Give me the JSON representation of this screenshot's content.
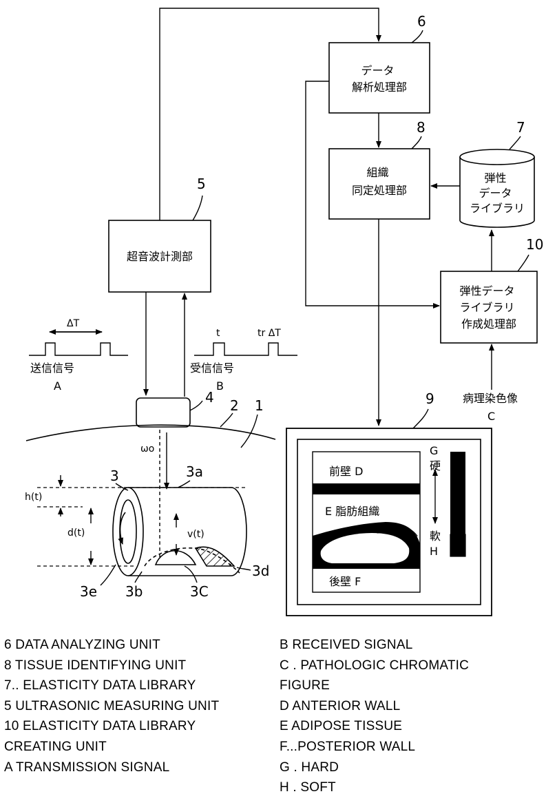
{
  "boxes": {
    "b6": "データ\n解析処理部",
    "b8": "組織\n同定処理部",
    "b7": "弾性\nデータ\nライブラリ",
    "b5": "超音波計測部",
    "b10": "弾性データ\nライブラリ\n作成処理部"
  },
  "numbers": {
    "n6": "6",
    "n8": "8",
    "n7": "7",
    "n5": "5",
    "n10": "10",
    "n4": "4",
    "n2": "2",
    "n1": "1",
    "n9": "9",
    "n3": "3",
    "n3a": "3a",
    "n3b": "3b",
    "n3c": "3C",
    "n3d": "3d",
    "n3e": "3e"
  },
  "signals": {
    "tx_label": "送信信号",
    "tx_letter": "A",
    "rx_label": "受信信号",
    "rx_letter": "B",
    "delta_t": "ΔT",
    "t": "t",
    "t_delta": "tr ΔT"
  },
  "vessel": {
    "omega": "ωo",
    "h": "h(t)",
    "d": "d(t)",
    "v": "v(t)"
  },
  "pathology": {
    "label": "病理染色像",
    "letter": "C"
  },
  "display": {
    "front_wall": "前壁  D",
    "adipose": "E  脂肪組織",
    "back_wall": "後壁  F",
    "hard_letter": "G",
    "hard": "硬",
    "soft": "軟",
    "soft_letter": "H"
  },
  "legend": {
    "left": [
      "6   DATA ANALYZING UNIT",
      "8   TISSUE IDENTIFYING UNIT",
      "7.. ELASTICITY DATA LIBRARY",
      "5   ULTRASONIC MEASURING UNIT",
      "10   ELASTICITY DATA LIBRARY",
      "CREATING UNIT",
      "A   TRANSMISSION SIGNAL"
    ],
    "right": [
      "B   RECEIVED SIGNAL",
      "C . PATHOLOGIC CHROMATIC",
      "FIGURE",
      "D   ANTERIOR WALL",
      "E   ADIPOSE TISSUE",
      "F...POSTERIOR WALL",
      "G . HARD",
      "H . SOFT"
    ]
  }
}
